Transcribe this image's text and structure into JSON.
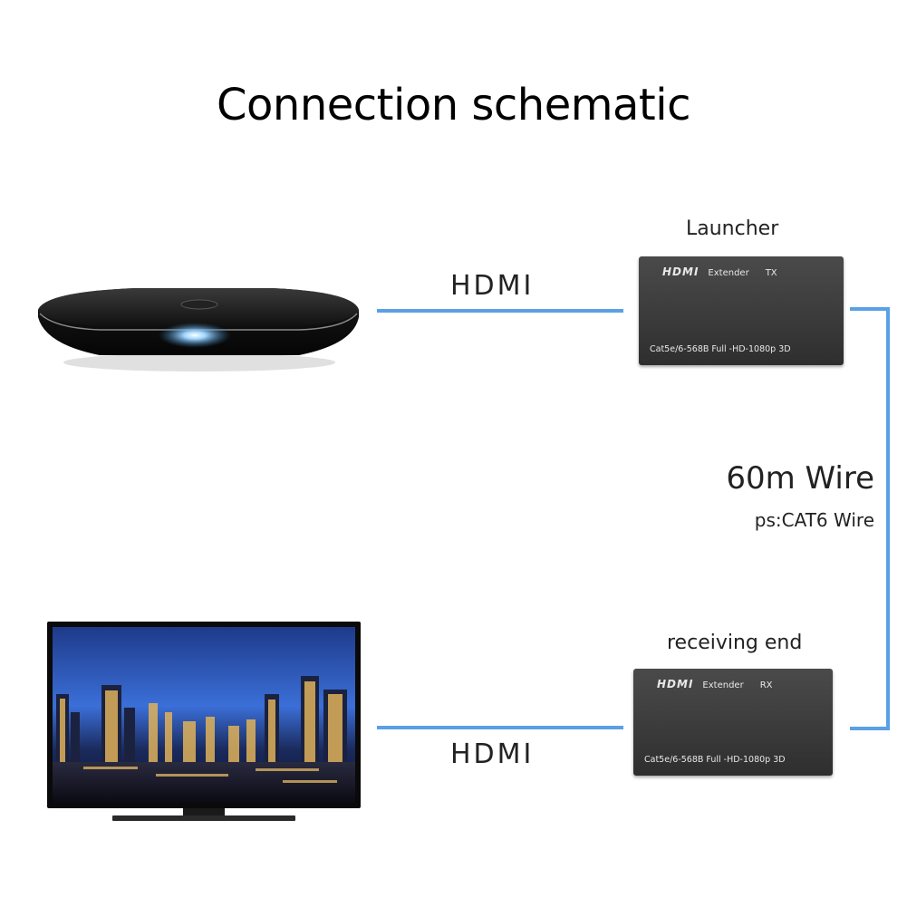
{
  "title": "Connection schematic",
  "hdmi_top_label": "HDMI",
  "hdmi_bottom_label": "HDMI",
  "transmitter": {
    "label": "Launcher",
    "brand": "HDMI",
    "extender_word": "Extender",
    "model": "TX",
    "spec": "Cat5e/6-568B  Full -HD-1080p 3D"
  },
  "receiver": {
    "label": "receiving end",
    "brand": "HDMI",
    "extender_word": "Extender",
    "model": "RX",
    "spec": "Cat5e/6-568B  Full -HD-1080p 3D"
  },
  "cable": {
    "length": "60m Wire",
    "note": "ps:CAT6 Wire",
    "color": "#5aa0e6"
  },
  "devices": {
    "source": "set-top-box-icon",
    "display": "tv-monitor-icon"
  }
}
